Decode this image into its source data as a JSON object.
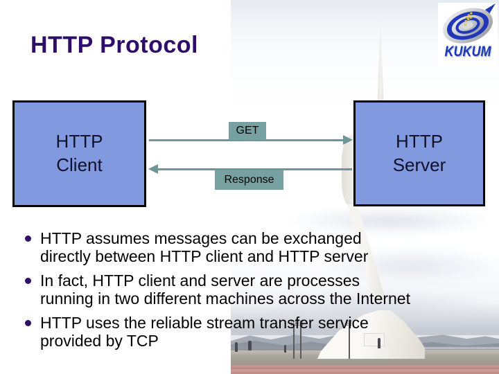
{
  "slide": {
    "title": "HTTP Protocol",
    "logo": {
      "text": "KUKUM"
    },
    "diagram": {
      "client_label": "HTTP\nClient",
      "server_label": "HTTP\nServer",
      "request_label": "GET",
      "response_label": "Response"
    },
    "bullets": [
      "HTTP assumes messages can be exchanged\ndirectly between HTTP client and HTTP server",
      "In fact, HTTP client and server are processes\nrunning in two different machines across the Internet",
      "HTTP uses the reliable stream transfer service\nprovided by TCP"
    ],
    "colors": {
      "title_text": "#2E0E68",
      "box_fill": "#8099DF",
      "box_border": "#000000",
      "box_text": "#10102A",
      "arrow": "#6E9696",
      "label_bg": "#77A1A1",
      "label_text": "#000000",
      "bullet_marker": "#2E1065",
      "body_text": "#000000",
      "logo_blue": "#1C38B8"
    }
  }
}
